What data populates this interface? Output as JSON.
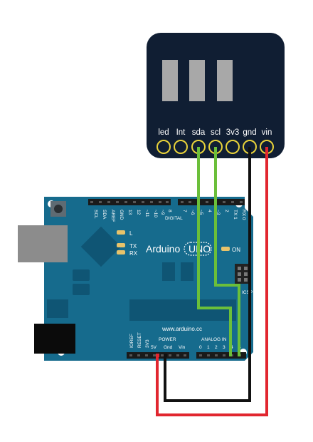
{
  "colors": {
    "board_blue": "#166b8d",
    "board_dark": "#0f5574",
    "sensor_bg": "#101e33",
    "pad_ring": "#e8d23a",
    "wire_green": "#6bbf3a",
    "wire_black": "#111111",
    "wire_red": "#e1262f"
  },
  "sensor": {
    "pins": [
      "led",
      "Int",
      "sda",
      "scl",
      "3v3",
      "gnd",
      "vin"
    ]
  },
  "board": {
    "brand": "Arduino",
    "model": "UNO",
    "site": "www.arduino.cc",
    "power_label": "POWER",
    "analog_label": "ANALOG IN",
    "digital_label": "DIGITAL",
    "on_label": "ON",
    "led_l": "L",
    "led_tx": "TX",
    "led_rx": "RX",
    "icsp_label": "ICSP",
    "top_left_pins": [
      "SCL",
      "SDA",
      "AREF",
      "GND",
      "13",
      "12",
      "~11",
      "~10",
      "~9",
      "8"
    ],
    "top_right_pins": [
      "7",
      "~6",
      "~5",
      "4",
      "~3",
      "2",
      "TX 1",
      "RX 0"
    ],
    "bottom_power_left": [
      "IOREF",
      "RESET",
      "3V3"
    ],
    "bottom_power_row": [
      "5V",
      "Gnd",
      "Vin"
    ],
    "bottom_analog_row": [
      "0",
      "1",
      "2",
      "3",
      "4",
      "5"
    ]
  }
}
